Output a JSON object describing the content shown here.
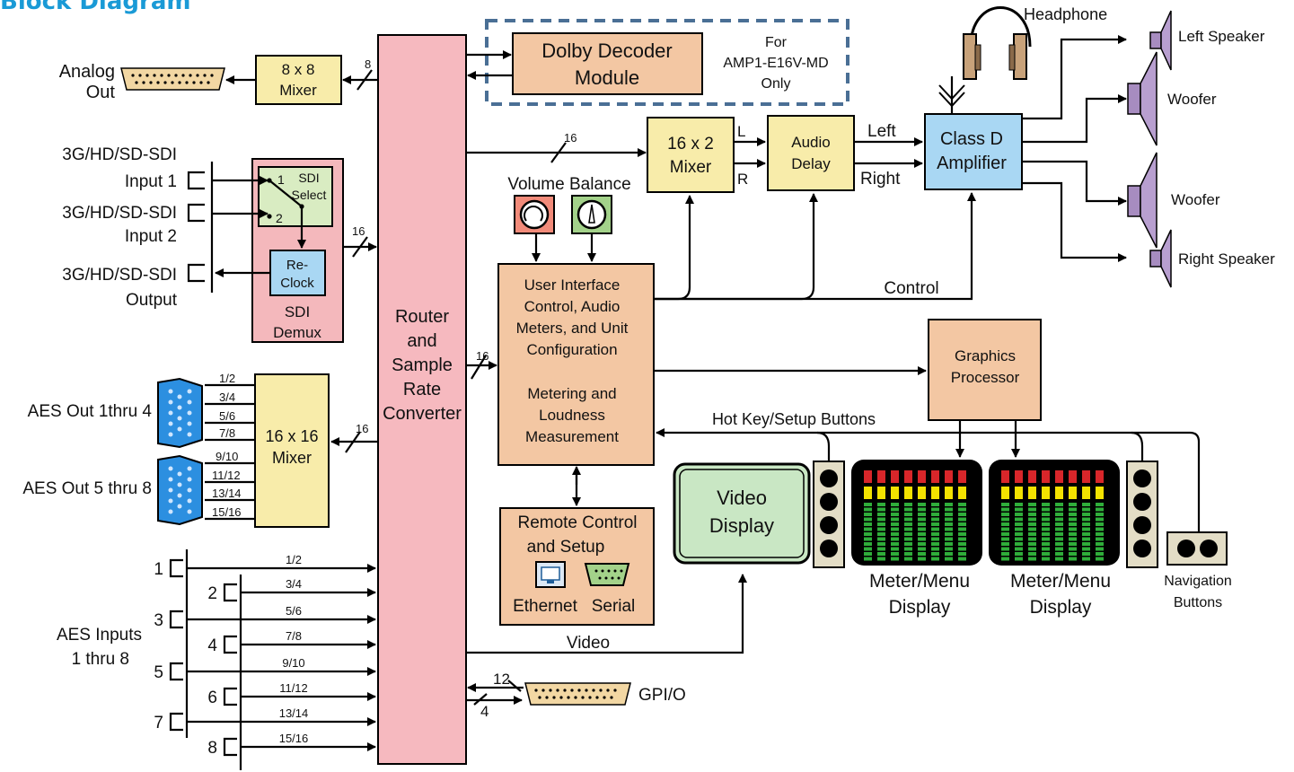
{
  "title": "Block Diagram",
  "colors": {
    "title": "#1a9ad6",
    "router": "#f6b9bf",
    "mixer": "#f8ecaa",
    "control": "#f3c7a3",
    "amplifier": "#a9d7f3",
    "video": "#c9e7c4",
    "sdi_demux": "#f4b8bc",
    "sdi_inner": "#d9ecc2",
    "dashed_border": "#4a6f95",
    "db_connector": "#f2d7a3",
    "vga": "#2c8fe0"
  },
  "analog_out": {
    "line1": "Analog",
    "line2": "Out",
    "bus": "8"
  },
  "mixer_8x8": {
    "line1": "8 x 8",
    "line2": "Mixer"
  },
  "dolby": {
    "line1": "Dolby Decoder",
    "line2": "Module",
    "note1": "For",
    "note2": "AMP1-E16V-MD",
    "note3": "Only"
  },
  "router": {
    "line1": "Router",
    "line2": "and",
    "line3": "Sample",
    "line4": "Rate",
    "line5": "Converter"
  },
  "sdi": {
    "in1a": "3G/HD/SD-SDI",
    "in1b": "Input 1",
    "in2a": "3G/HD/SD-SDI",
    "in2b": "Input 2",
    "outa": "3G/HD/SD-SDI",
    "outb": "Output",
    "select1": "SDI",
    "select2": "Select",
    "p1": "1",
    "p2": "2",
    "reclock1": "Re-",
    "reclock2": "Clock",
    "demux1": "SDI",
    "demux2": "Demux",
    "bus": "16"
  },
  "mixer_16x2": {
    "line1": "16 x 2",
    "line2": "Mixer",
    "in_bus": "16",
    "l": "L",
    "r": "R"
  },
  "audio_delay": {
    "line1": "Audio",
    "line2": "Delay"
  },
  "amplifier": {
    "line1": "Class D",
    "line2": "Amplifier",
    "left": "Left",
    "right": "Right"
  },
  "headphone": "Headphone",
  "speakers": {
    "left": "Left Speaker",
    "woofer1": "Woofer",
    "woofer2": "Woofer",
    "right": "Right Speaker"
  },
  "volume_balance": "Volume Balance",
  "ui_control": {
    "l1": "User Interface",
    "l2": "Control, Audio",
    "l3": "Meters, and Unit",
    "l4": "Configuration",
    "l5": "Metering and",
    "l6": "Loudness",
    "l7": "Measurement",
    "bus": "16"
  },
  "control_label": "Control",
  "graphics": {
    "line1": "Graphics",
    "line2": "Processor"
  },
  "hotkey": "Hot Key/Setup Buttons",
  "aes_out": {
    "label1": "AES Out 1thru 4",
    "label2": "AES Out 5 thru 8",
    "pairs": [
      "1/2",
      "3/4",
      "5/6",
      "7/8",
      "9/10",
      "11/12",
      "13/14",
      "15/16"
    ],
    "bus": "16"
  },
  "mixer_16x16": {
    "line1": "16 x 16",
    "line2": "Mixer"
  },
  "remote": {
    "line1": "Remote Control",
    "line2": "and Setup",
    "ethernet": "Ethernet",
    "serial": "Serial"
  },
  "video_display": {
    "line1": "Video",
    "line2": "Display",
    "video_label": "Video"
  },
  "meter1": {
    "line1": "Meter/Menu",
    "line2": "Display"
  },
  "meter2": {
    "line1": "Meter/Menu",
    "line2": "Display"
  },
  "navigation": {
    "line1": "Navigation",
    "line2": "Buttons"
  },
  "aes_in": {
    "label1": "AES Inputs",
    "label2": "1 thru 8",
    "numbers": [
      "1",
      "2",
      "3",
      "4",
      "5",
      "6",
      "7",
      "8"
    ],
    "pairs": [
      "1/2",
      "3/4",
      "5/6",
      "7/8",
      "9/10",
      "11/12",
      "13/14",
      "15/16"
    ]
  },
  "gpio": {
    "label": "GPI/O",
    "bus_in": "12",
    "bus_out": "4"
  },
  "meter_colors": {
    "top": "#d8262a",
    "mid": "#f3e200",
    "low": "#2fae3a",
    "bar_count": 8,
    "green_segments": 12
  }
}
